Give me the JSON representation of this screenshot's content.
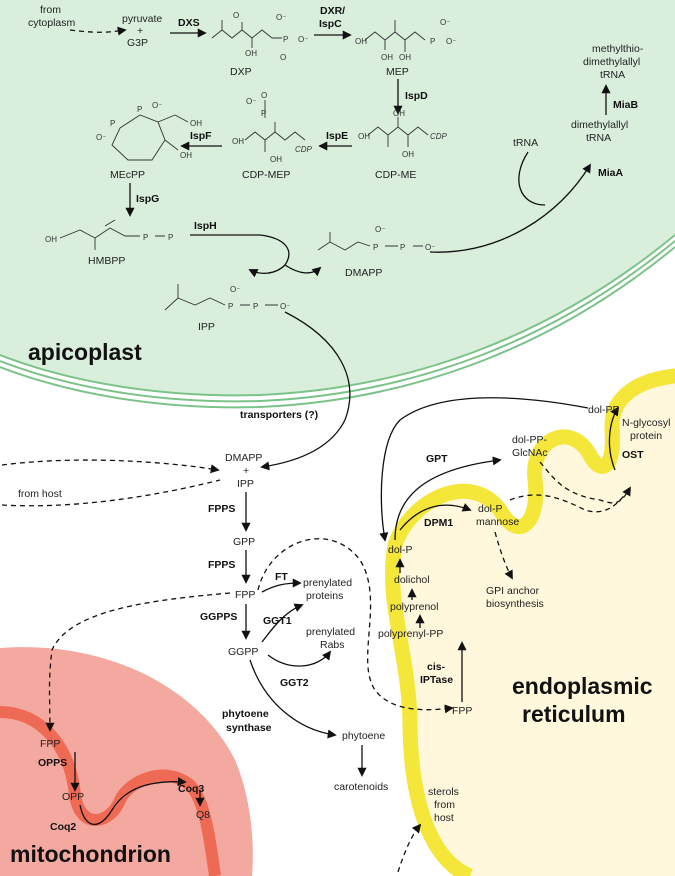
{
  "compartments": {
    "apicoplast": "apicoplast",
    "er_line1": "endoplasmic",
    "er_line2": "reticulum",
    "mitochondrion": "mitochondrion"
  },
  "colors": {
    "apicoplast_fill": "#d9efdc",
    "apicoplast_border": "#7cc38a",
    "er_fill": "#fff8dc",
    "er_membrane": "#f5e63a",
    "mito_outer": "#f4a9a0",
    "mito_inner": "#ef6a55"
  },
  "apicoplast_pathway": {
    "from_cytoplasm": [
      "from",
      "cytoplasm"
    ],
    "pyruvate": "pyruvate",
    "plus": "+",
    "g3p": "G3P",
    "dxs": "DXS",
    "dxp": "DXP",
    "dxr": [
      "DXR/",
      "IspC"
    ],
    "mep": "MEP",
    "ispd": "IspD",
    "cdp_me": "CDP-ME",
    "cdp_tag": "CDP",
    "ispe": "IspE",
    "cdp_mep": "CDP-MEP",
    "ispf": "IspF",
    "mecpp": "MEcPP",
    "ispg": "IspG",
    "hmbpp": "HMBPP",
    "isph": "IspH",
    "dmapp": "DMAPP",
    "ipp": "IPP",
    "trna": "tRNA",
    "miaa": "MiaA",
    "dimethylallyl_trna": [
      "dimethylallyl",
      "tRNA"
    ],
    "miab": "MiaB",
    "methylthio_trna": [
      "methylthio-",
      "dimethylallyl",
      "tRNA"
    ],
    "chem_oh": "OH",
    "chem_o": "O",
    "chem_p": "P",
    "chem_o_minus": "O⁻"
  },
  "cytosol_pathway": {
    "transporters": "transporters (?)",
    "dmapp_ipp": [
      "DMAPP",
      "+",
      "IPP"
    ],
    "from_host": "from host",
    "fpps1": "FPPS",
    "gpp": "GPP",
    "fpps2": "FPPS",
    "fpp": "FPP",
    "ft": "FT",
    "prenylated_proteins": [
      "prenylated",
      "proteins"
    ],
    "ggpps": "GGPPS",
    "ggt1": "GGT1",
    "prenylated_rabs": [
      "prenylated",
      "Rabs"
    ],
    "ggpp": "GGPP",
    "ggt2": "GGT2",
    "phytoene_synthase": [
      "phytoene",
      "synthase"
    ],
    "phytoene": "phytoene",
    "carotenoids": "carotenoids",
    "sterols": [
      "sterols",
      "from",
      "host"
    ]
  },
  "er_pathway": {
    "dol_pp": "dol-PP",
    "n_glycosyl": [
      "N-glycosyl",
      "protein"
    ],
    "ost": "OST",
    "dol_pp_glcnac": [
      "dol-PP-",
      "GlcNAc"
    ],
    "gpt": "GPT",
    "dol_p_mannose": [
      "dol-P",
      "mannose"
    ],
    "dpm1": "DPM1",
    "dol_p": "dol-P",
    "dolichol": "dolichol",
    "gpi": [
      "GPI anchor",
      "biosynthesis"
    ],
    "polyprenol": "polyprenol",
    "polyprenyl_pp": "polyprenyl-PP",
    "cis_iptase": [
      "cis-",
      "IPTase"
    ],
    "fpp": "FPP"
  },
  "mito_pathway": {
    "fpp": "FPP",
    "opps": "OPPS",
    "opp": "OPP",
    "coq2": "Coq2",
    "coq3": "Coq3",
    "q8": "Q8"
  }
}
